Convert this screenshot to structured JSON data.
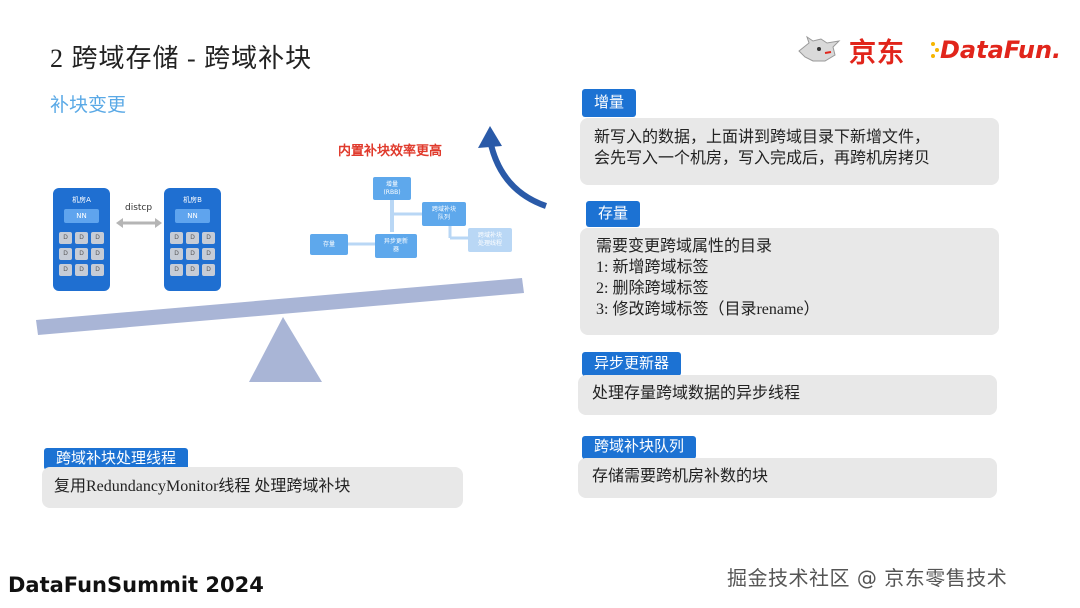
{
  "slide": {
    "title": "2 跨域存储 - 跨域补块",
    "subtitle": "补块变更"
  },
  "logos": {
    "jd_text": "京东",
    "datafun_text": "DataFun."
  },
  "diagram": {
    "room_a": "机房A",
    "room_b": "机房B",
    "nn": "NN",
    "d": "D",
    "distcp": "distcp",
    "red_note": "内置补块效率更高",
    "box_add": "增量\n(RBB)",
    "box_store": "存量",
    "box_updater": "异步更新\n器",
    "box_queue": "跨域补块\n队列",
    "box_thread": "跨域补块\n处理线程"
  },
  "sections": {
    "incremental": {
      "tag": "增量",
      "lines": [
        "新写入的数据，上面讲到跨域目录下新增文件，",
        "会先写入一个机房，写入完成后，再跨机房拷贝"
      ]
    },
    "stock": {
      "tag": "存量",
      "lines": [
        "需要变更跨域属性的目录",
        "1:  新增跨域标签",
        "2:  删除跨域标签",
        "3:  修改跨域标签（目录rename）"
      ]
    },
    "async_updater": {
      "tag": "异步更新器",
      "lines": [
        "处理存量跨域数据的异步线程"
      ]
    },
    "queue": {
      "tag": "跨域补块队列",
      "lines": [
        "存储需要跨机房补数的块"
      ]
    },
    "thread": {
      "tag": "跨域补块处理线程",
      "lines": [
        "复用RedundancyMonitor线程 处理跨域补块"
      ]
    }
  },
  "footer": {
    "left": "DataFunSummit 2024",
    "right": "掘金技术社区 @ 京东零售技术"
  },
  "colors": {
    "tag_blue": "#1c72d3",
    "panel_gray": "#e8e8e8",
    "subtitle_blue": "#5aa9e6",
    "jd_red": "#e1251b",
    "note_red": "#e03a2c",
    "beam": "#a9b5d6"
  }
}
